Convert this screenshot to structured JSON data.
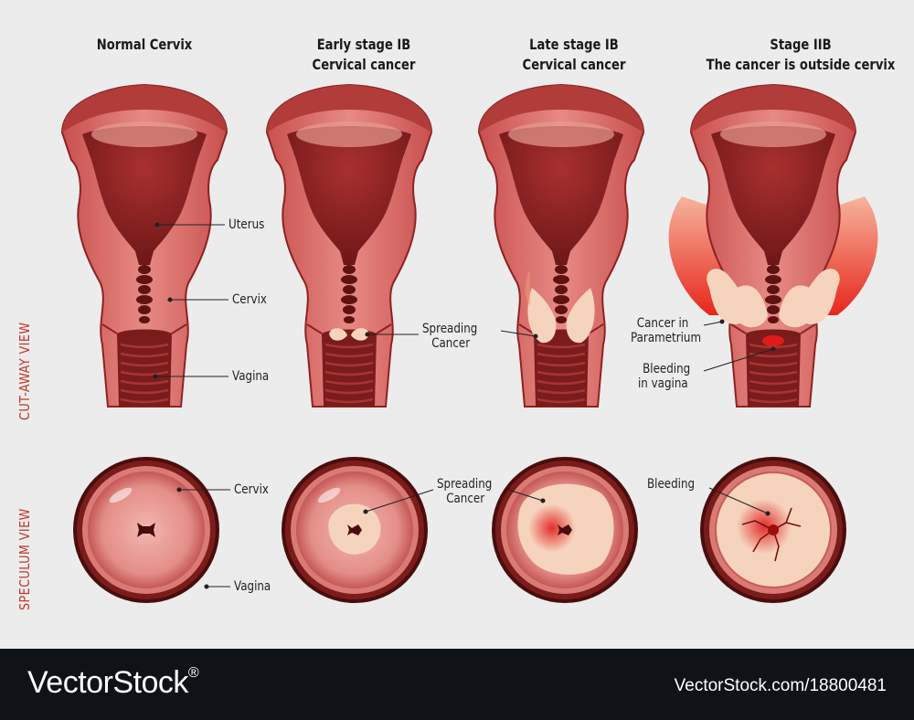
{
  "titles": [
    {
      "line1": "Normal Cervix",
      "line2": ""
    },
    {
      "line1": "Early stage IB",
      "line2": "Cervical cancer"
    },
    {
      "line1": "Late stage IB",
      "line2": "Cervical cancer"
    },
    {
      "line1": "Stage IIB",
      "line2": "The cancer is outside cervix"
    }
  ],
  "side_labels": {
    "cutaway": "CUT-AWAY VIEW",
    "speculum": "SPECULUM VIEW"
  },
  "labels": {
    "uterus": "Uterus",
    "cervix": "Cervix",
    "vagina": "Vagina",
    "spreading_1": "Spreading",
    "spreading_2": "Cancer",
    "parametrium_1": "Cancer in",
    "parametrium_2": "Parametrium",
    "bleeding_vagina_1": "Bleeding",
    "bleeding_vagina_2": "in vagina",
    "spec_cervix": "Cervix",
    "spec_vagina": "Vagina",
    "spec_spreading_1": "Spreading",
    "spec_spreading_2": "Cancer",
    "spec_bleeding": "Bleeding"
  },
  "footer": {
    "brand": "VectorStock",
    "registered": "®",
    "credit": "VectorStock.com/18800481"
  },
  "colors": {
    "accent": "#c0392b",
    "tissue": "#d96a6a",
    "dark": "#7a1c1c",
    "tumor": "#f6d3bd"
  }
}
